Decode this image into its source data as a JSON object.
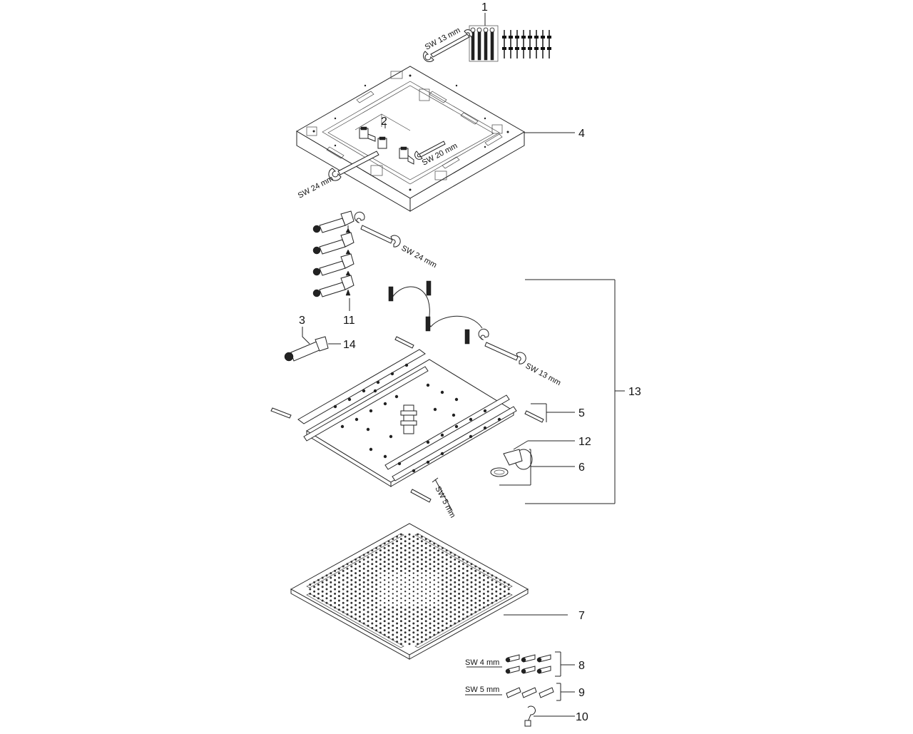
{
  "callouts": {
    "c1": "1",
    "c2": "2",
    "c3": "3",
    "c4": "4",
    "c5": "5",
    "c6": "6",
    "c7": "7",
    "c8": "8",
    "c9": "9",
    "c10": "10",
    "c11": "11",
    "c12": "12",
    "c13": "13",
    "c14": "14"
  },
  "tool_labels": {
    "sw13_top": "SW 13 mm",
    "sw20": "SW 20 mm",
    "sw24_frame": "SW 24 mm",
    "sw24_hoses": "SW 24 mm",
    "sw13_plate": "SW 13 mm",
    "sw5_hex": "SW 5 mm",
    "sw4_key": "SW 4 mm",
    "sw5_key": "SW 5 mm"
  }
}
